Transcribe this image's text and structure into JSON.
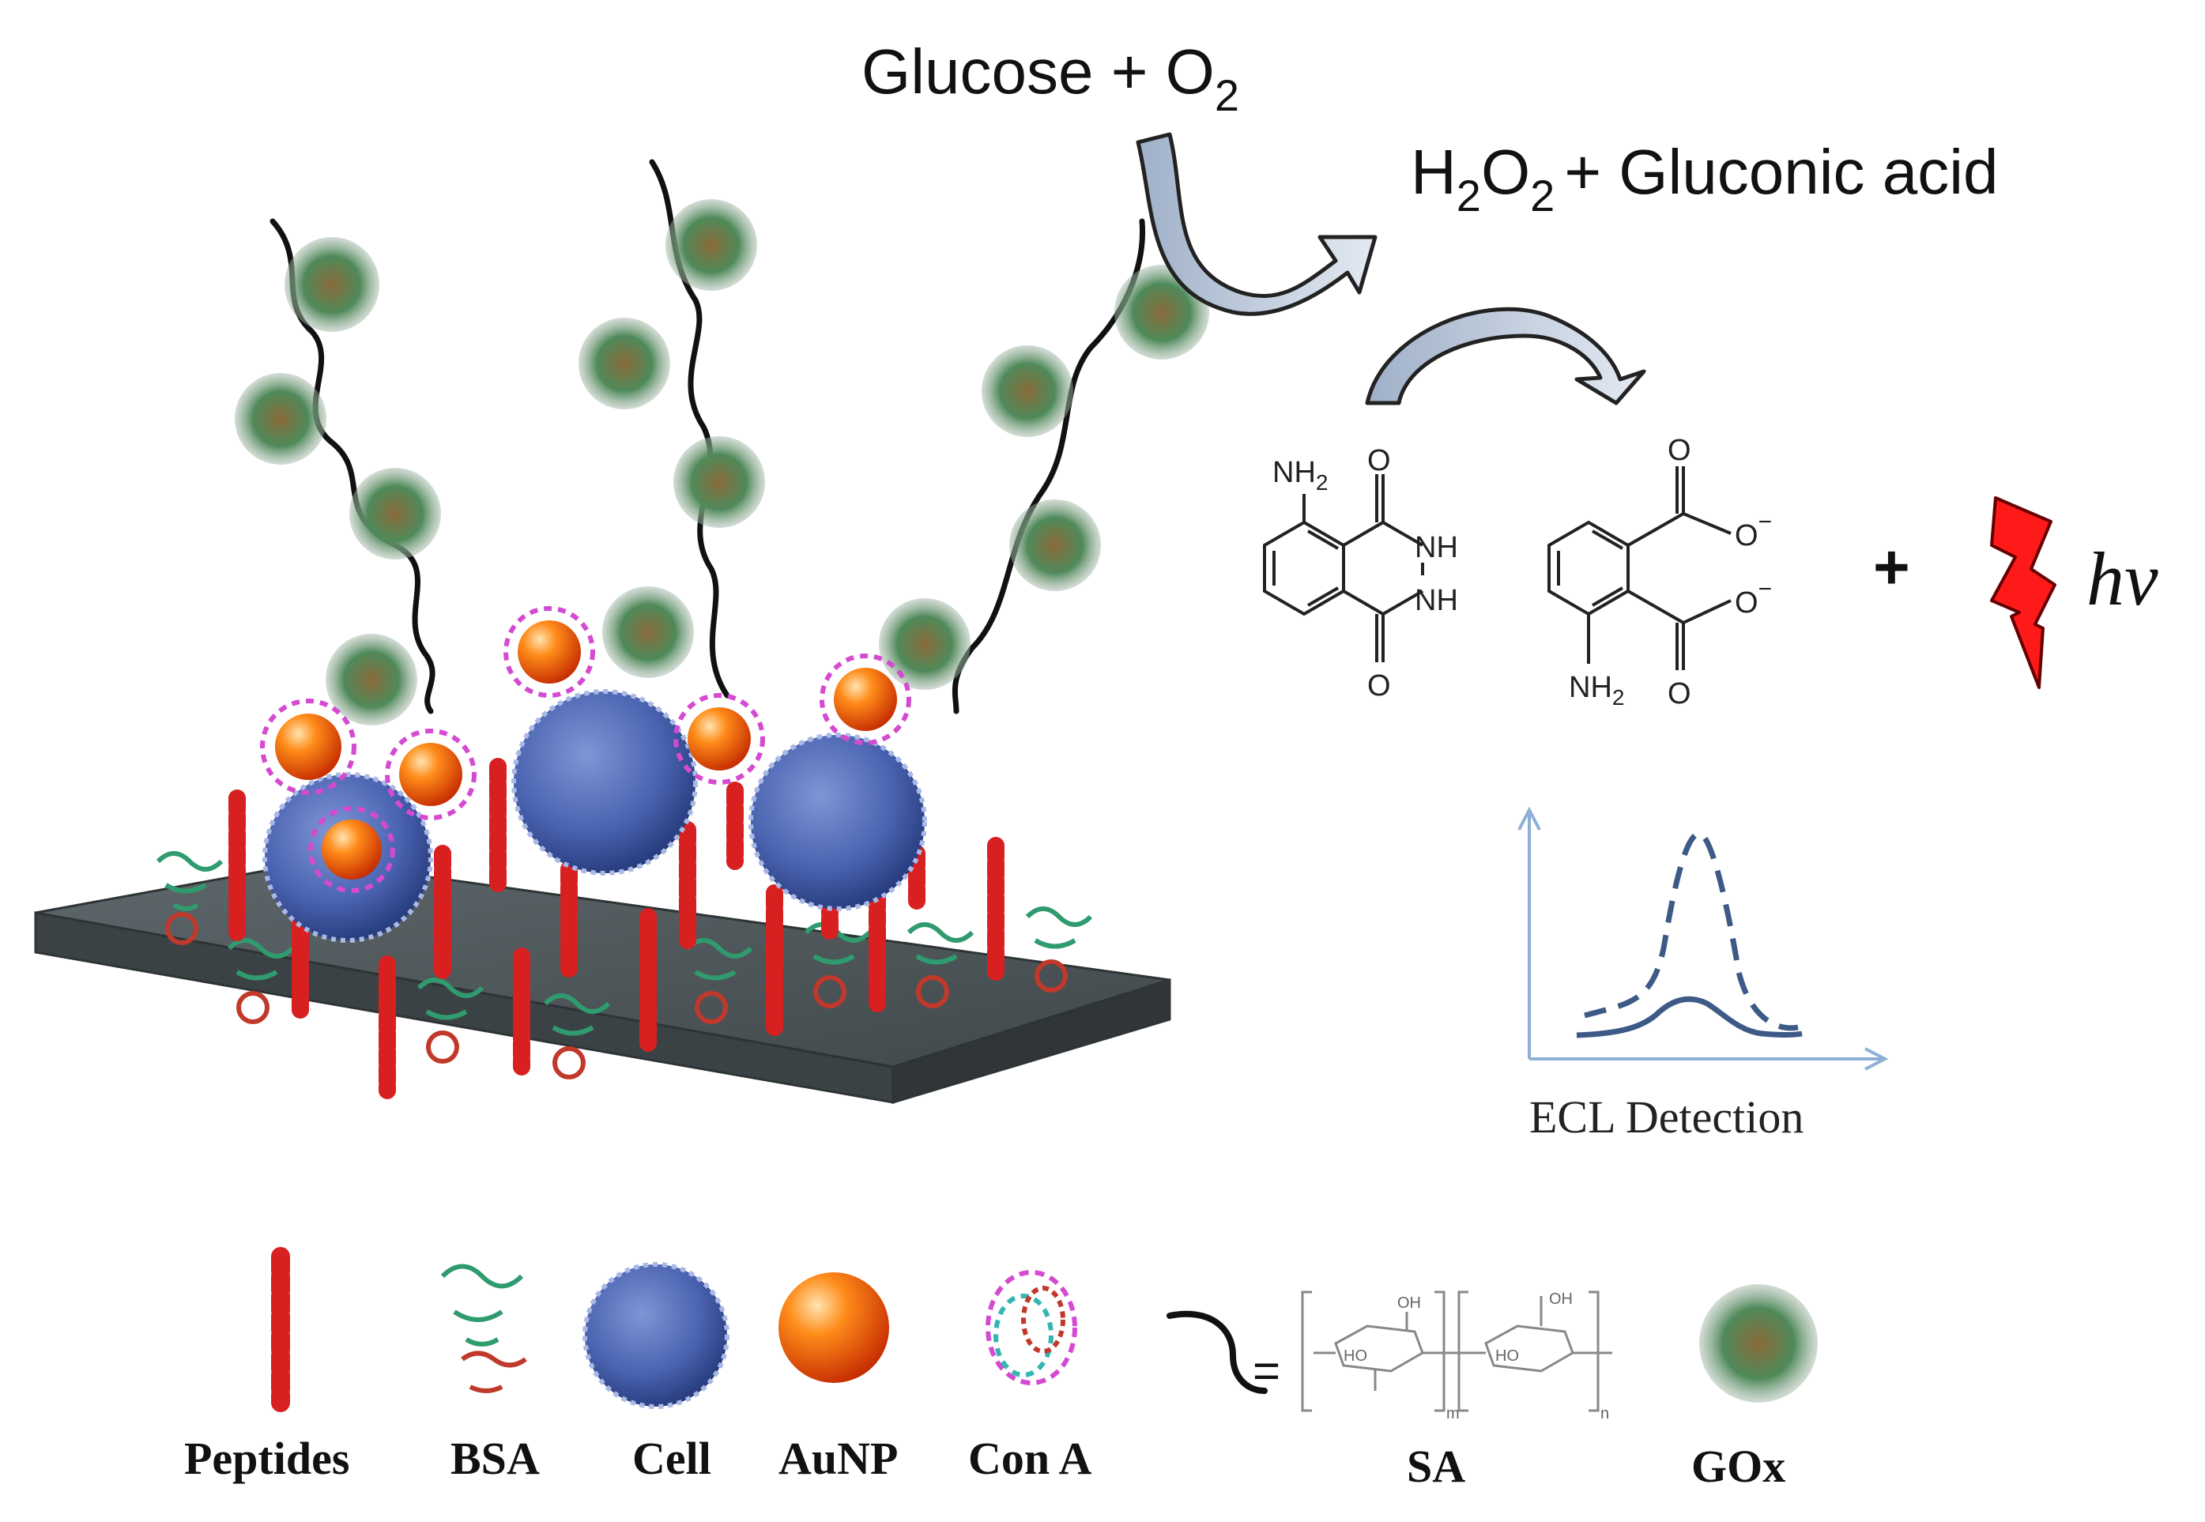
{
  "reaction": {
    "reactants_prefix": "Glucose + O",
    "reactants_sub": "2",
    "products_h": "H",
    "products_sub1": "2",
    "products_o": "O",
    "products_sub2": "2",
    "products_rest": "+ Gluconic acid"
  },
  "luminol": {
    "nh2": "NH",
    "nh2_sub": "2",
    "o_top": "O",
    "o_bottom": "O",
    "nh_top": "NH",
    "nh_bottom": "NH"
  },
  "aminophthalate": {
    "o_top": "O",
    "o_bottom": "O",
    "o_minus_1": "O",
    "o_minus_2": "O",
    "charge_1": "−",
    "charge_2": "−",
    "nh2": "NH",
    "nh2_sub": "2"
  },
  "emission": {
    "plus": "+",
    "hv": "hν"
  },
  "ecl_plot": {
    "caption": "ECL Detection"
  },
  "legend": {
    "peptides": "Peptides",
    "bsa": "BSA",
    "cell": "Cell",
    "aunp": "AuNP",
    "cona": "Con A",
    "sa": "SA",
    "gox": "GOx",
    "equals": "=",
    "sa_oh1": "OH",
    "sa_ho1": "HO",
    "sa_oh2": "OH",
    "sa_ho2": "HO",
    "sa_m": "m",
    "sa_n": "n"
  },
  "colors": {
    "arrow_fill": "#b9c6d8",
    "peptide": "#d82020",
    "cell": "#4a63b0",
    "aunp": "#ff5a00",
    "electrode": "#4e5558",
    "ecl_axis": "#8fb0d6",
    "ecl_curve": "#3d5a86",
    "bolt": "#ff1a1a"
  },
  "icons": [
    "curved-arrow-icon",
    "lightning-bolt-icon",
    "peptide-helix-icon",
    "bsa-protein-icon",
    "cell-icon",
    "gold-nanoparticle-icon",
    "con-a-icon",
    "sa-chain-icon",
    "gox-enzyme-icon"
  ]
}
